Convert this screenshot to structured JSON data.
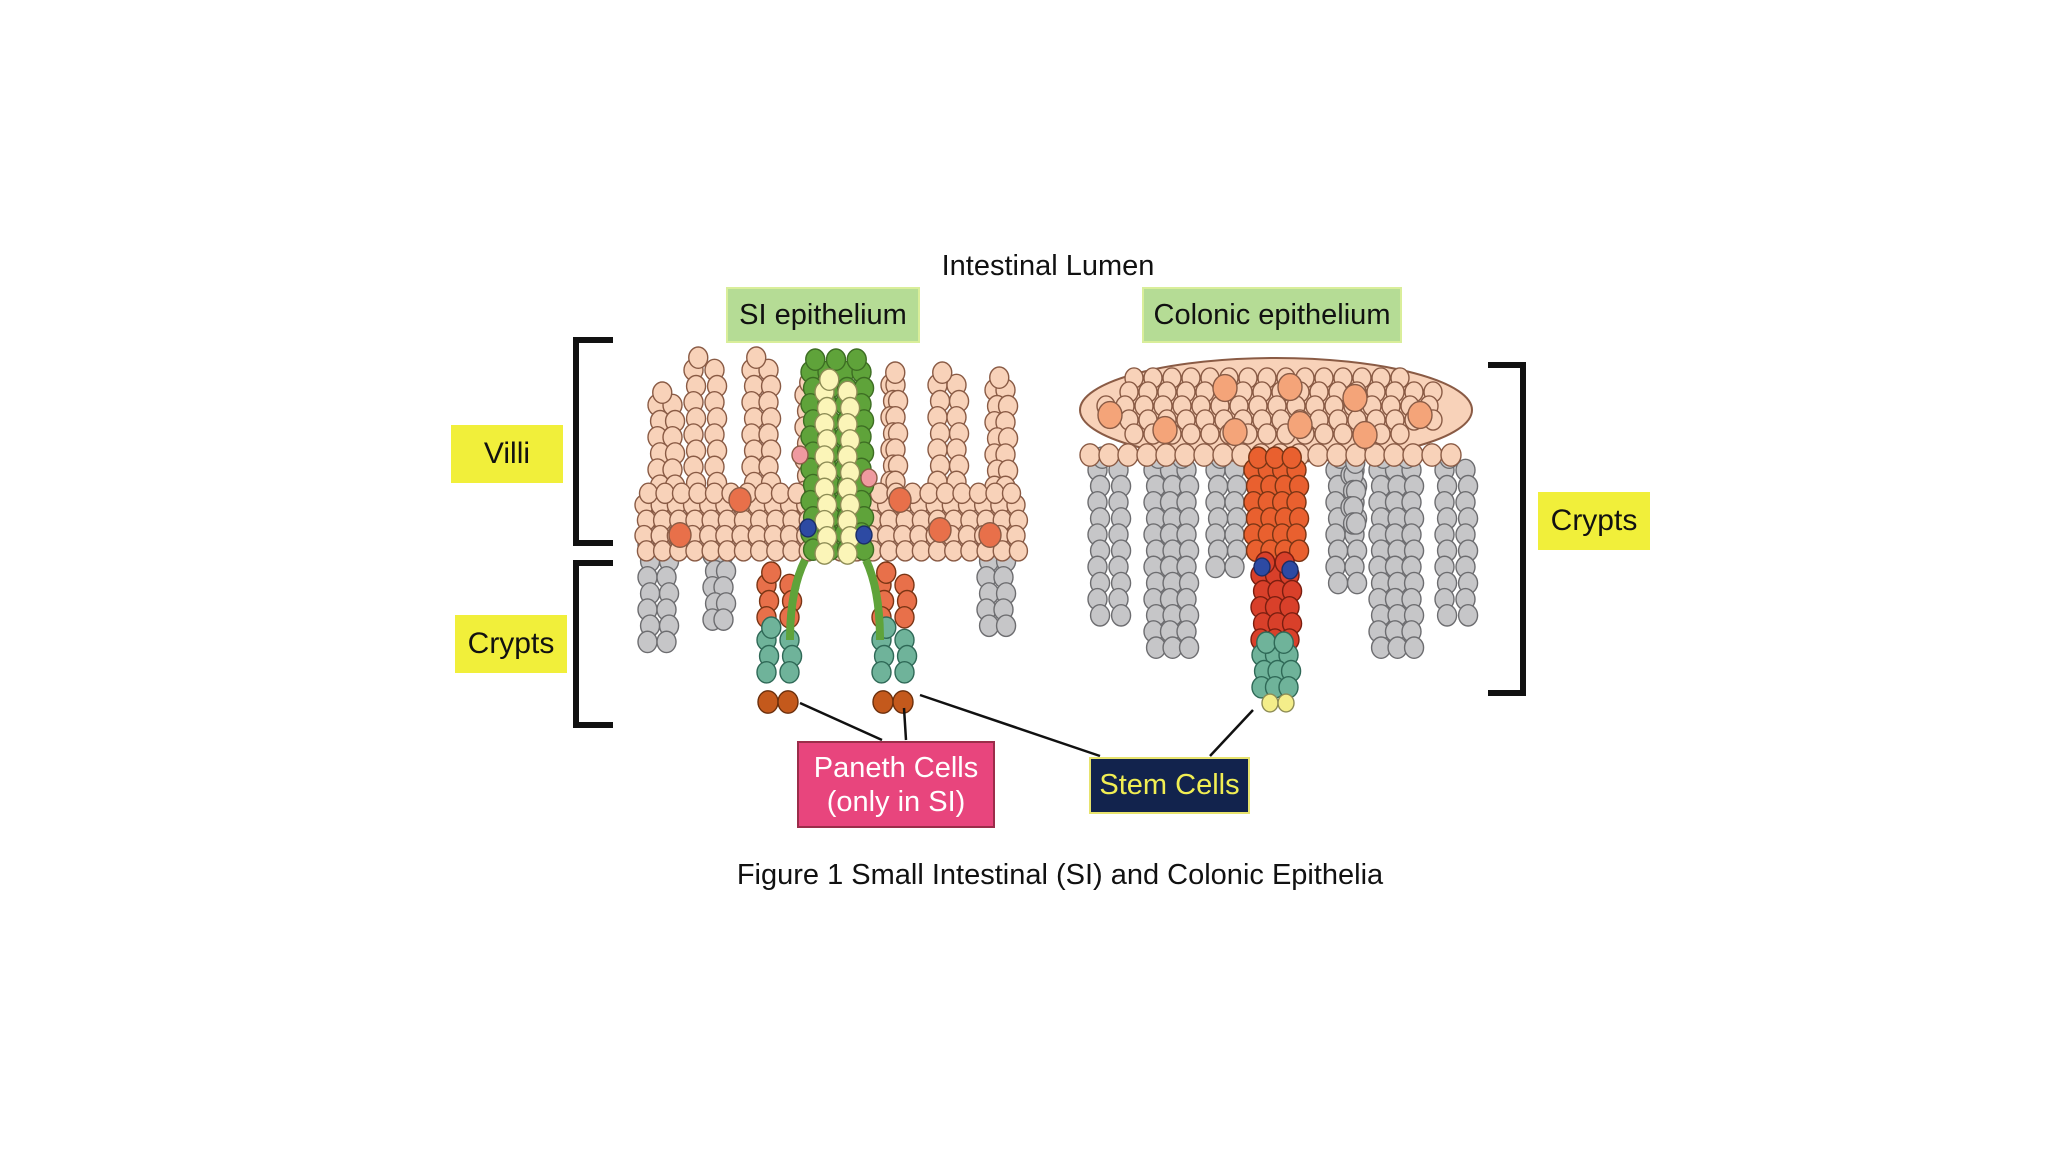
{
  "title": "Intestinal Lumen",
  "labels": {
    "si_epithelium": "SI epithelium",
    "colonic_epithelium": "Colonic epithelium",
    "villi": "Villi",
    "crypts_left": "Crypts",
    "crypts_right": "Crypts",
    "paneth_line1": "Paneth Cells",
    "paneth_line2": "(only in SI)",
    "stem_cells": "Stem Cells"
  },
  "caption": "Figure 1   Small Intestinal (SI) and Colonic Epithelia",
  "colors": {
    "villus_cell": "#f8d2b9",
    "villus_outline": "#8a5b45",
    "crypt_cell": "#c6c6c8",
    "highlight_villus": "#fbf5b8",
    "highlight_border": "#5fa33a",
    "transit_cell": "#e8704a",
    "stem_cell": "#6fb39a",
    "paneth_cell": "#c4591c",
    "goblet_cell": "#2d4aa3",
    "label_yellow": "#f1ef3a",
    "label_green": "#b5dc95",
    "paneth_box": "#e8457d",
    "stem_box": "#12234d"
  }
}
